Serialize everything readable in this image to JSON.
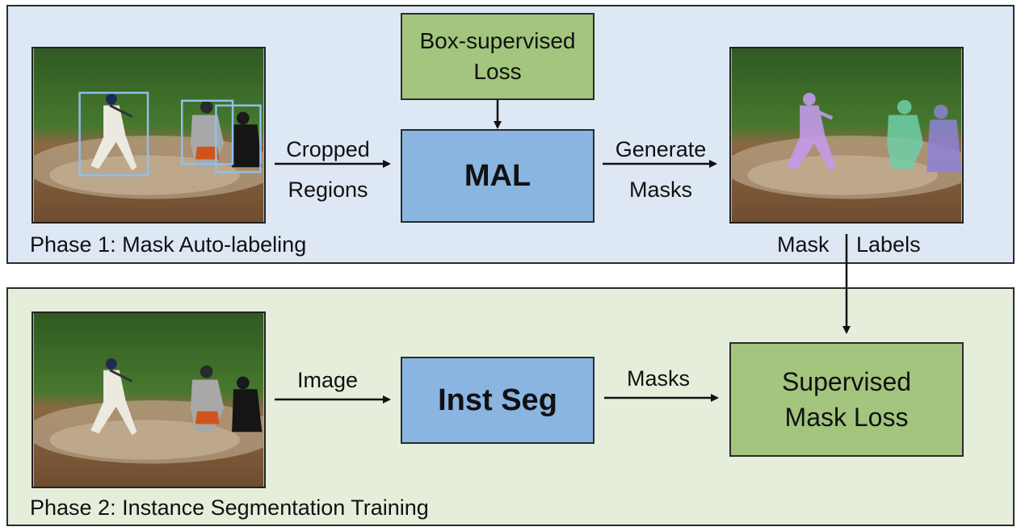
{
  "phase1": {
    "title": "Phase 1: Mask Auto-labeling",
    "box_supervised_loss": [
      "Box-supervised",
      "Loss"
    ],
    "cropped_regions": [
      "Cropped",
      "Regions"
    ],
    "mal": "MAL",
    "generate_masks": [
      "Generate",
      "Masks"
    ],
    "mask_labels": [
      "Mask",
      "Labels"
    ]
  },
  "phase2": {
    "title": "Phase 2: Instance Segmentation Training",
    "image_label": "Image",
    "inst_seg": "Inst Seg",
    "masks_label": "Masks",
    "supervised_mask_loss": [
      "Supervised",
      "Mask Loss"
    ]
  },
  "colors": {
    "phase1_bg": "#dde8f4",
    "phase2_bg": "#e5eedb",
    "blue_box": "#8bb5e1",
    "green_box": "#a3c57e",
    "bbox_outline": "#8ec0ee",
    "mask_batter": "#c49ae8",
    "mask_catcher": "#6fcfa8",
    "mask_umpire": "#8f82d6"
  }
}
